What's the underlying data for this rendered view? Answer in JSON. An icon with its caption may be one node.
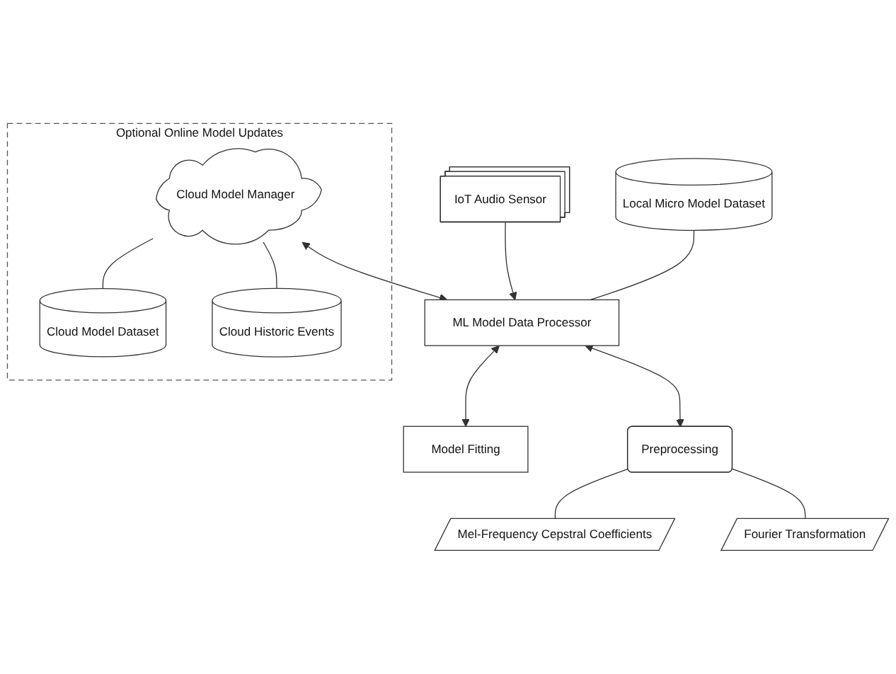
{
  "diagram": {
    "nodes": [
      {
        "text": [
          "IoT Audio Sensor"
        ]
      },
      {
        "text": [
          "Optional Online Model Updates"
        ]
      },
      {
        "text": [
          "Cloud Model Manager"
        ],
        "in": 1
      },
      {
        "text": [
          "Local Micro Model Dataset"
        ]
      },
      {
        "text": [
          "ML Model Data Processor"
        ]
      },
      {
        "text": [
          "Cloud Model Dataset"
        ],
        "in": 1
      },
      {
        "text": [
          "Cloud Historic Events"
        ],
        "in": 1
      },
      {
        "text": [
          "Model Fitting"
        ]
      },
      {
        "text": [
          "Preprocessing"
        ]
      },
      {
        "text": [
          "Mel-Frequency Cepstral Coefficients"
        ]
      },
      {
        "text": [
          "Fourier Transformation"
        ]
      }
    ],
    "edges": [
      {
        "from": 0,
        "to": 4,
        "arrow": "to"
      },
      {
        "from": 2,
        "to": 4,
        "arrow": "both"
      },
      {
        "from": 3,
        "to": 4,
        "arrow": "none"
      },
      {
        "from": 2,
        "to": 5,
        "arrow": "none"
      },
      {
        "from": 2,
        "to": 6,
        "arrow": "none"
      },
      {
        "from": 4,
        "to": 7,
        "arrow": "both"
      },
      {
        "from": 4,
        "to": 8,
        "arrow": "both"
      },
      {
        "from": 8,
        "to": 9,
        "arrow": "none"
      },
      {
        "from": 8,
        "to": 10,
        "arrow": "none"
      }
    ]
  }
}
